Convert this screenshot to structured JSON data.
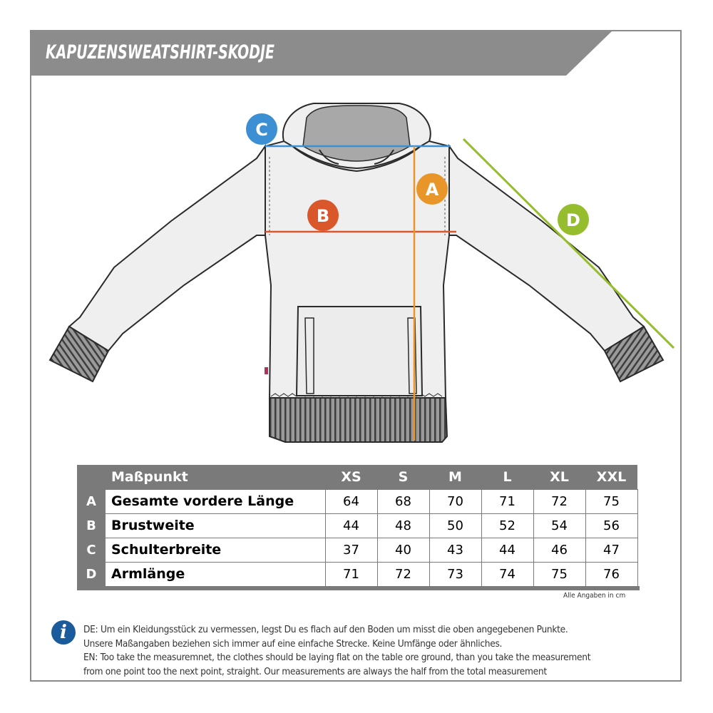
{
  "title": "KAPUZENSWEATSHIRT-SKODJE",
  "markers": {
    "A": {
      "letter": "A",
      "color": "#e8962a"
    },
    "B": {
      "letter": "B",
      "color": "#d9572b"
    },
    "C": {
      "letter": "C",
      "color": "#3c8fd3"
    },
    "D": {
      "letter": "D",
      "color": "#95bd2e"
    }
  },
  "table": {
    "header_label": "Maßpunkt",
    "sizes": [
      "XS",
      "S",
      "M",
      "L",
      "XL",
      "XXL"
    ],
    "rows": [
      {
        "letter": "A",
        "label": "Gesamte vordere Länge",
        "values": [
          "64",
          "68",
          "70",
          "71",
          "72",
          "75"
        ]
      },
      {
        "letter": "B",
        "label": "Brustweite",
        "values": [
          "44",
          "48",
          "50",
          "52",
          "54",
          "56"
        ]
      },
      {
        "letter": "C",
        "label": "Schulterbreite",
        "values": [
          "37",
          "40",
          "43",
          "44",
          "46",
          "47"
        ]
      },
      {
        "letter": "D",
        "label": "Armlänge",
        "values": [
          "71",
          "72",
          "73",
          "74",
          "75",
          "76"
        ]
      }
    ],
    "unit_note": "Alle Angaben in cm"
  },
  "info": {
    "icon": "info-icon",
    "icon_glyph": "i",
    "lines": [
      "DE: Um ein Kleidungsstück zu vermessen, legst Du es flach auf den Boden um misst die oben angegebenen Punkte.",
      "Unsere Maßangaben beziehen sich immer auf eine einfache Strecke. Keine Umfänge oder ähnliches.",
      "EN: Too take the measuremnet, the clothes should be laying flat on the table ore ground, than you take the measurement",
      "from one point too the next point, straight. Our measurements are always the half from the total measurement"
    ]
  },
  "colors": {
    "banner": "#8c8c8c",
    "table_header": "#7a7a7a",
    "info": "#1b5b9c",
    "garment": "#f0f0f0",
    "rib": "#777777"
  }
}
